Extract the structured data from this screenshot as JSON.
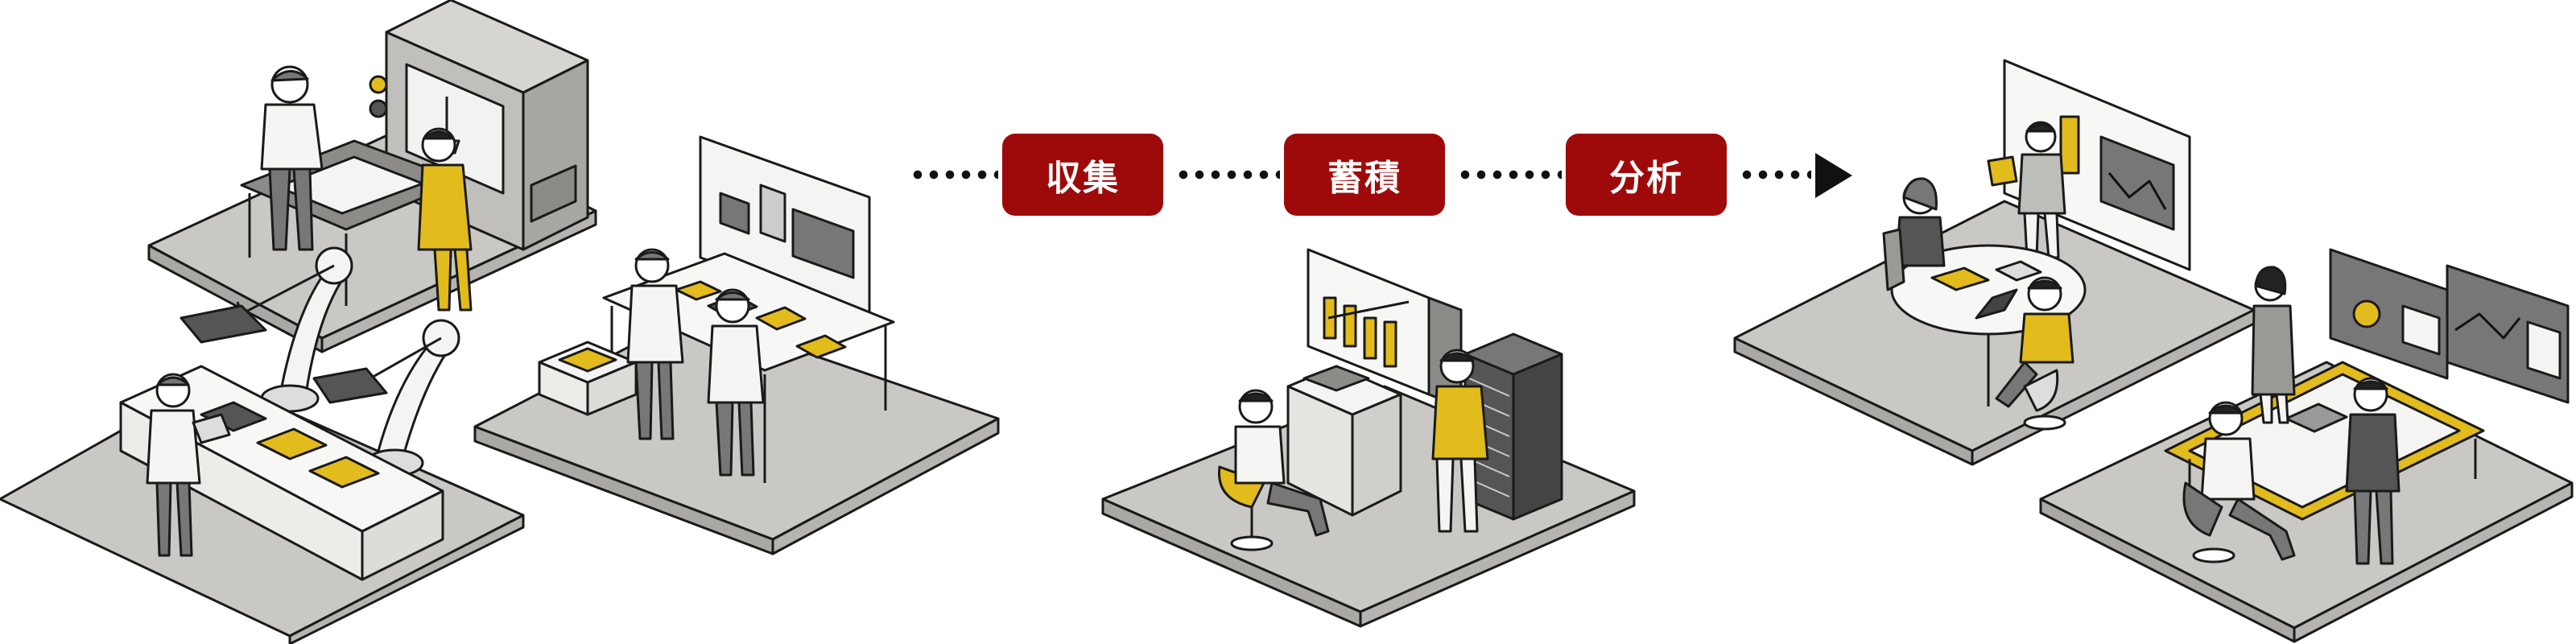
{
  "steps": [
    {
      "label": "収集"
    },
    {
      "label": "蓄積"
    },
    {
      "label": "分析"
    }
  ],
  "colors": {
    "step_pill": "#9e0a0a",
    "accent_yellow": "#e2bb1c",
    "floor": "#c9c8c4",
    "line": "#1a1a1a"
  },
  "icons": [
    "factory-scene",
    "server-room-scene",
    "analysis-office-scene",
    "arrow-right-icon"
  ]
}
